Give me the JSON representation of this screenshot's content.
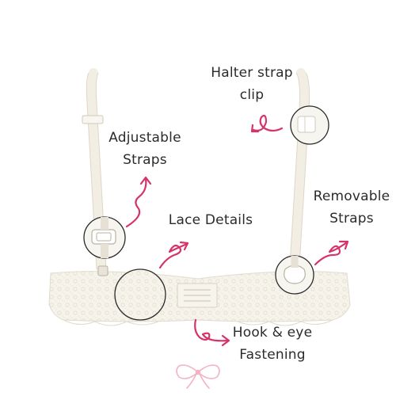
{
  "labels": {
    "halter": {
      "line1": "Halter strap",
      "line2": "clip"
    },
    "adjustable": {
      "line1": "Adjustable",
      "line2": "Straps"
    },
    "lace": {
      "line1": "Lace Details"
    },
    "removable": {
      "line1": "Removable",
      "line2": "Straps"
    },
    "hook": {
      "line1": "Hook & eye",
      "line2": "Fastening"
    }
  },
  "colors": {
    "arrow": "#d6336c",
    "bow": "#f3b2c6",
    "fabric": "#f4f1e8",
    "lace": "#ffffff",
    "callout_ring": "#2b2b2b",
    "text": "#2b2b2b"
  },
  "icons": {
    "bow": "bow-icon"
  }
}
